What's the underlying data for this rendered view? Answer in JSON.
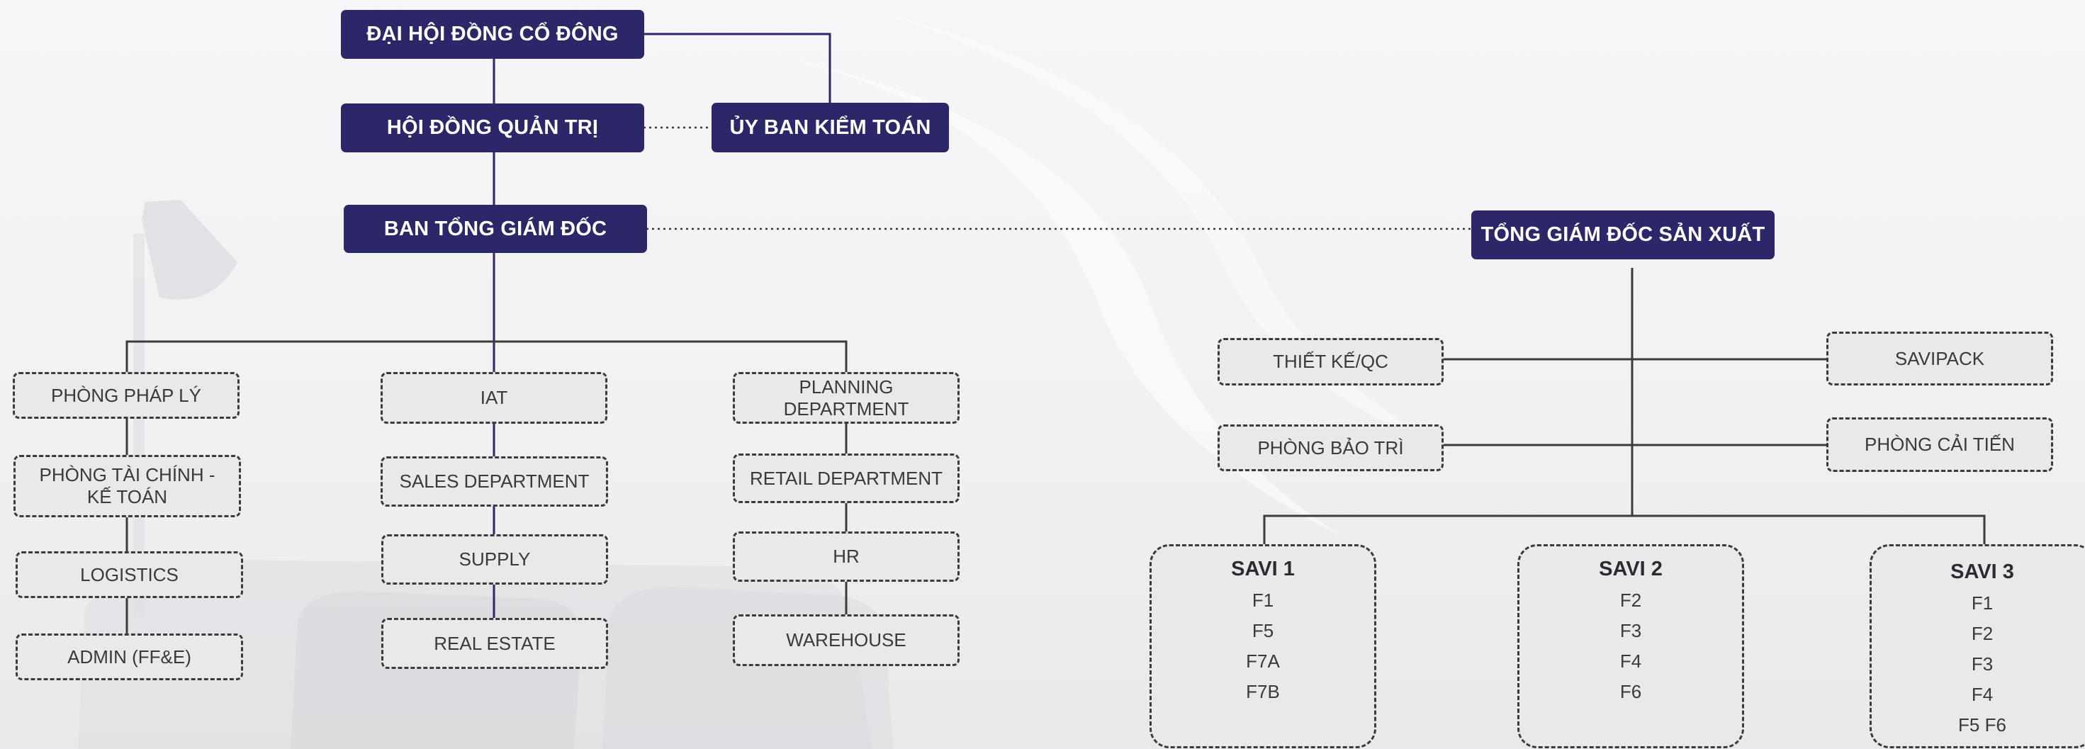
{
  "top": {
    "shareholders": "ĐẠI HỘI ĐỒNG CỔ ĐÔNG",
    "board": "HỘI ĐỒNG QUẢN TRỊ",
    "audit": "ỦY BAN KIỂM TOÁN",
    "executive": "BAN TỔNG GIÁM ĐỐC",
    "production_ceo": "TỔNG GIÁM ĐỐC SẢN XUẤT"
  },
  "col1": [
    "PHÒNG PHÁP LÝ",
    "PHÒNG TÀI CHÍNH -\nKẾ TOÁN",
    "LOGISTICS",
    "ADMIN (FF&E)"
  ],
  "col2": [
    "IAT",
    "SALES DEPARTMENT",
    "SUPPLY",
    "REAL ESTATE"
  ],
  "col3": [
    "PLANNING DEPARTMENT",
    "RETAIL DEPARTMENT",
    "HR",
    "WAREHOUSE"
  ],
  "production": {
    "left": [
      "THIẾT KẾ/QC",
      "PHÒNG BẢO TRÌ"
    ],
    "right": [
      "SAVIPACK",
      "PHÒNG CẢI TIẾN"
    ]
  },
  "factories": [
    {
      "name": "SAVI 1",
      "items": [
        "F1",
        "F5",
        "F7A",
        "F7B"
      ]
    },
    {
      "name": "SAVI 2",
      "items": [
        "F2",
        "F3",
        "F4",
        "F6"
      ]
    },
    {
      "name": "SAVI 3",
      "items": [
        "F1",
        "F2",
        "F3",
        "F4",
        "F5 F6"
      ]
    }
  ],
  "colors": {
    "navy": "#2c2768",
    "line": "#3b3b3b",
    "box_fill": "#e9e9ea"
  }
}
